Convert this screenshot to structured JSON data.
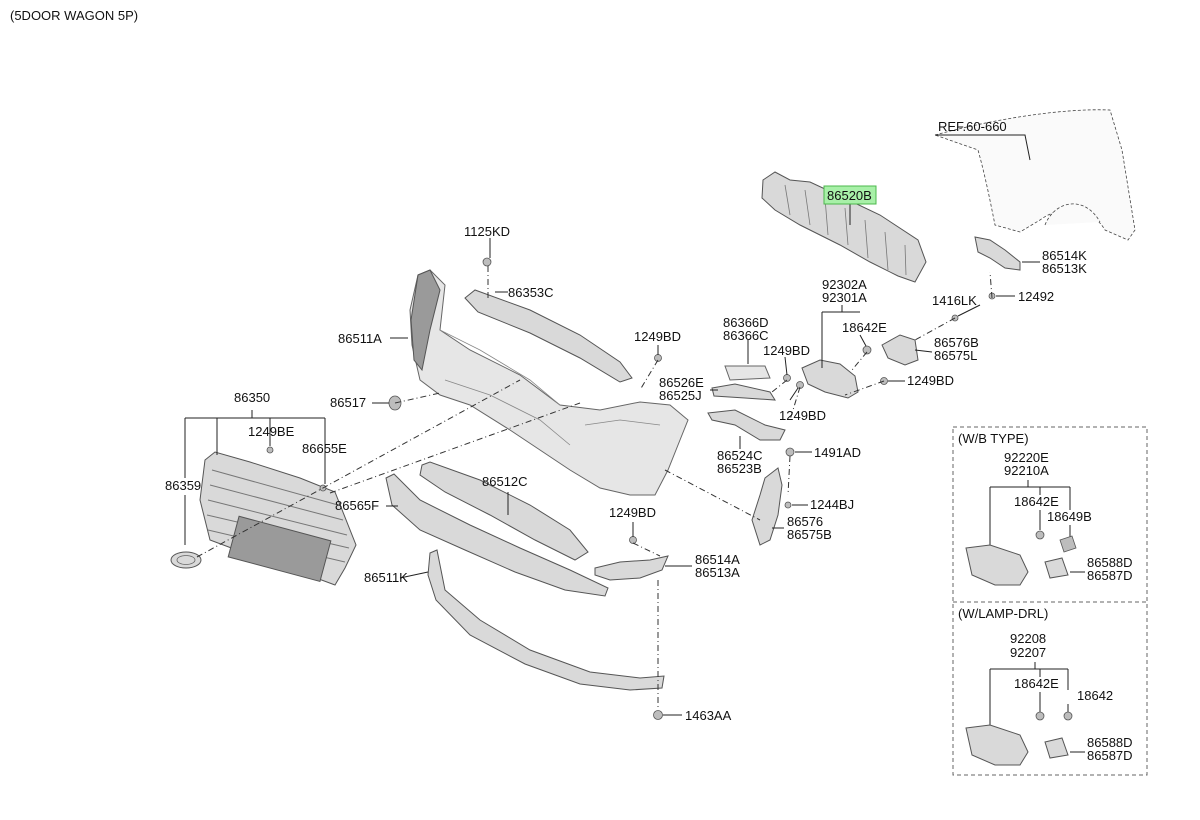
{
  "title": "(5DOOR WAGON 5P)",
  "highlight_color": "#a8f0a8",
  "labels": {
    "ref": "REF.60-660",
    "p86520B": "86520B",
    "p86514K": "86514K",
    "p86513K": "86513K",
    "p1416LK": "1416LK",
    "p12492": "12492",
    "p1125KD": "1125KD",
    "p86353C": "86353C",
    "p86511A": "86511A",
    "p1249BD_a": "1249BD",
    "p86366D": "86366D",
    "p86366C": "86366C",
    "p1249BD_b": "1249BD",
    "p92302A": "92302A",
    "p92301A": "92301A",
    "p18642E_a": "18642E",
    "p86576B": "86576B",
    "p86575L": "86575L",
    "p1249BD_c": "1249BD",
    "p86526E": "86526E",
    "p86525J": "86525J",
    "p1249BD_d": "1249BD",
    "p86517": "86517",
    "p86350": "86350",
    "p1249BE": "1249BE",
    "p86655E": "86655E",
    "p86359": "86359",
    "p86524C": "86524C",
    "p86523B": "86523B",
    "p1491AD": "1491AD",
    "p86512C": "86512C",
    "p86565F": "86565F",
    "p1244BJ": "1244BJ",
    "p1249BD_e": "1249BD",
    "p86576": "86576",
    "p86575B": "86575B",
    "p86514A": "86514A",
    "p86513A": "86513A",
    "p86511K": "86511K",
    "p1463AA": "1463AA"
  },
  "insets": [
    {
      "title": "(W/B TYPE)",
      "labels": {
        "l1": "92220E",
        "l2": "92210A",
        "l3": "18642E",
        "l4": "18649B",
        "l5": "86588D",
        "l6": "86587D"
      }
    },
    {
      "title": "(W/LAMP-DRL)",
      "labels": {
        "l1": "92208",
        "l2": "92207",
        "l3": "18642E",
        "l4": "18642",
        "l5": "86588D",
        "l6": "86587D"
      }
    }
  ]
}
